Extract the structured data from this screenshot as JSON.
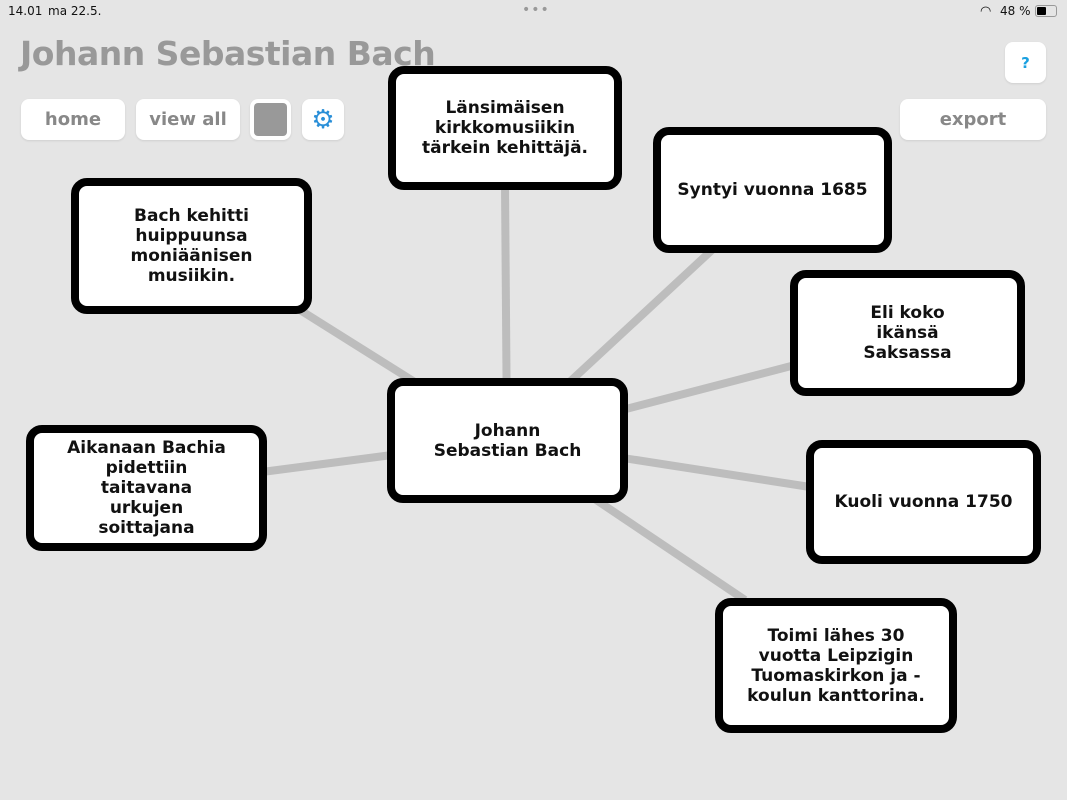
{
  "status": {
    "time": "14.01",
    "date": "ma 22.5.",
    "battery": "48 %"
  },
  "title": "Johann Sebastian Bach",
  "toolbar": {
    "home": "home",
    "view_all": "view all",
    "export": "export",
    "help": "?"
  },
  "colors": {
    "accent": "#2a8fd8",
    "line": "#bdbdbd"
  },
  "center": "Johann Sebastian Bach",
  "nodes": [
    "Länsimäisen kirkkomusiikin tärkein kehittäjä.",
    "Syntyi vuonna 1685",
    "Bach kehitti huippuunsa moniäänisen musiikin.",
    "Eli koko ikänsä Saksassa",
    "Aikanaan Bachia pidettiin taitavana urkujen soittajana",
    "Kuoli vuonna 1750",
    "Toimi lähes 30 vuotta Leipzigin Tuomaskirkon ja -koulun kanttorina."
  ]
}
